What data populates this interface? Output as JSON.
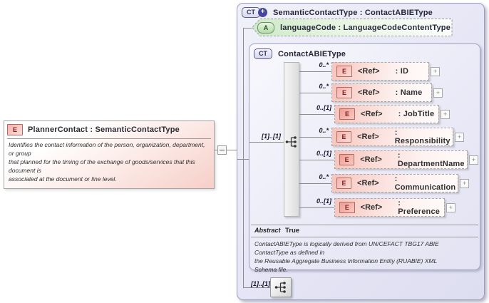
{
  "symbols": {
    "element_icon": "E",
    "attribute_icon": "A",
    "complextype_icon": "CT",
    "plus_badge": "+",
    "expand": "+",
    "collapse": "−"
  },
  "planner": {
    "title": "PlannerContact : SemanticContactType",
    "doc": "Identifies the contact information of the person, organization, department,\nor group\nthat planned for the timing of the exchange of goods/services that this\ndocument is\nassociated at the document or line level."
  },
  "outer": {
    "title": "SemanticContactType : ContactABIEType",
    "attribute": {
      "title": "languageCode : LanguageCodeContentType"
    },
    "inner": {
      "title": "ContactABIEType",
      "group_cardinality": "[1]..[1]",
      "elements": [
        {
          "cardinality": "0..*",
          "ref": "<Ref>",
          "name": ": ID"
        },
        {
          "cardinality": "0..*",
          "ref": "<Ref>",
          "name": ": Name"
        },
        {
          "cardinality": "0..[1]",
          "ref": "<Ref>",
          "name": ": JobTitle"
        },
        {
          "cardinality": "0..*",
          "ref": "<Ref>",
          "name": ": Responsibility"
        },
        {
          "cardinality": "0..[1]",
          "ref": "<Ref>",
          "name": ": DepartmentName"
        },
        {
          "cardinality": "0..*",
          "ref": "<Ref>",
          "name": ": Communication"
        },
        {
          "cardinality": "0..[1]",
          "ref": "<Ref>",
          "name": ": Preference"
        }
      ],
      "abstract_label": "Abstract",
      "abstract_value": "True",
      "doc": "ContactABIEType is logically derived from UN/CEFACT TBG17 ABIE\nContactType as defined in\nthe Reusable Aggregate Business Information Entity (RUABIE) XML\nSchema file."
    },
    "bottom_cardinality": "[1]..[1]"
  },
  "colors": {
    "element_pink": "#f6c5bd",
    "attribute_green": "#cdeac6",
    "complextype_lavender": "#e5e5f5",
    "badge_navy": "#4747a0"
  }
}
